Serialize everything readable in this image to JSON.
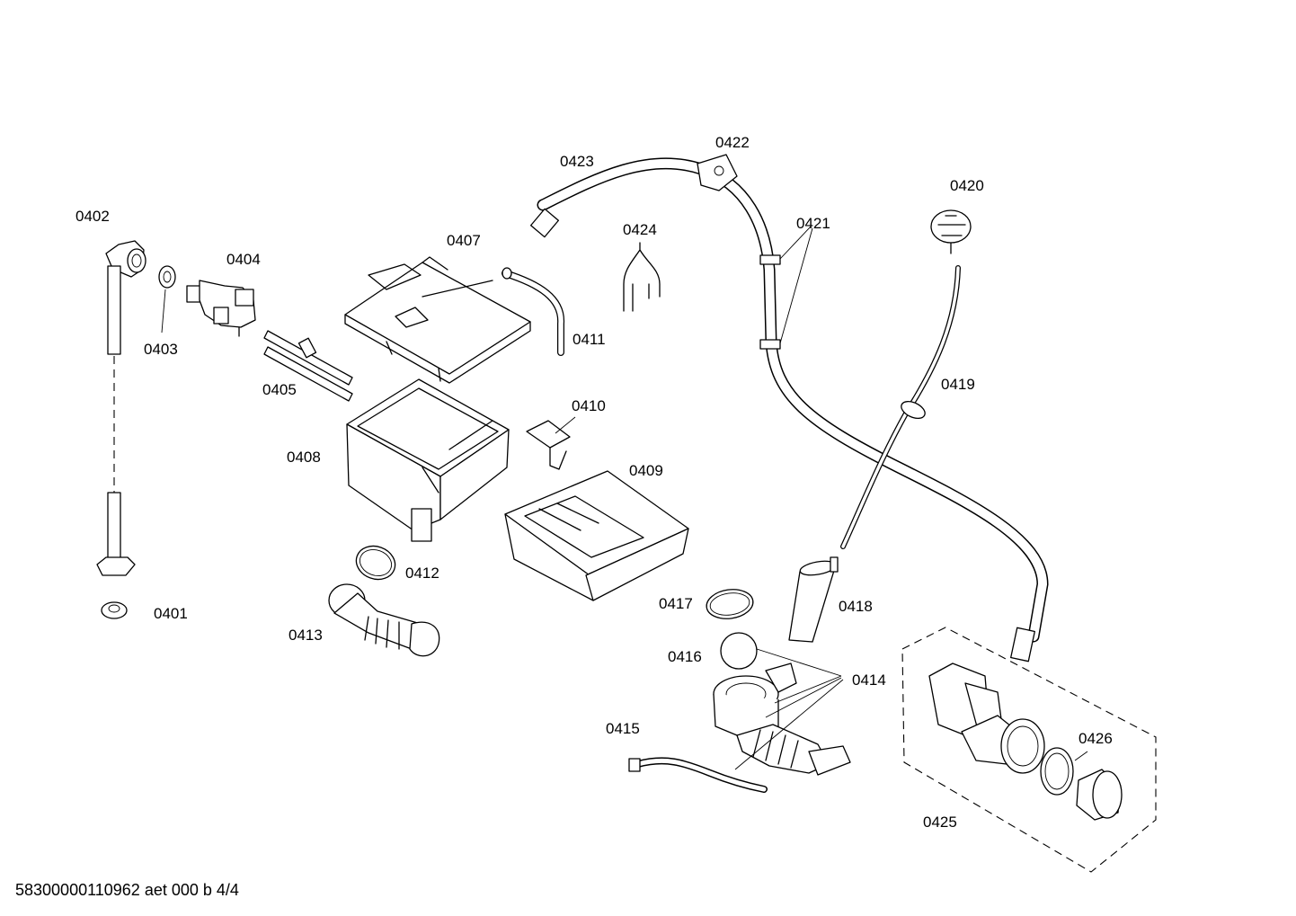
{
  "document": {
    "footer_code": "58300000110962 aet 000 b 4/4"
  },
  "callouts": {
    "c0401": "0401",
    "c0402": "0402",
    "c0403": "0403",
    "c0404": "0404",
    "c0405": "0405",
    "c0407": "0407",
    "c0408": "0408",
    "c0409": "0409",
    "c0410": "0410",
    "c0411": "0411",
    "c0412": "0412",
    "c0413": "0413",
    "c0414": "0414",
    "c0415": "0415",
    "c0416": "0416",
    "c0417": "0417",
    "c0418": "0418",
    "c0419": "0419",
    "c0420": "0420",
    "c0421": "0421",
    "c0422": "0422",
    "c0423": "0423",
    "c0424": "0424",
    "c0425": "0425",
    "c0426": "0426"
  },
  "colors": {
    "ink": "#000000",
    "paper": "#ffffff"
  }
}
